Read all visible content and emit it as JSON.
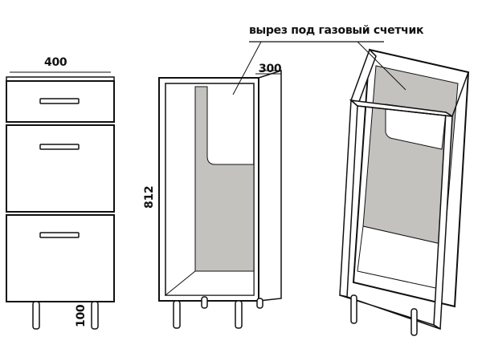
{
  "labels": {
    "cutout_note": "вырез под газовый счетчик",
    "width_400": "400",
    "depth_300": "300",
    "height_812": "812",
    "leg_100": "100"
  },
  "colors": {
    "panel_gray": "#c4c2bf",
    "line": "#111111"
  }
}
